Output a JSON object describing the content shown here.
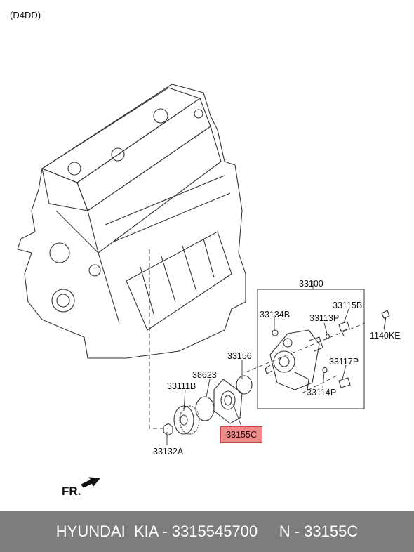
{
  "engine_code": "(D4DD)",
  "parts": {
    "p33100": "33100",
    "p33134B": "33134B",
    "p33113P": "33113P",
    "p33115B": "33115B",
    "p1140KE": "1140KE",
    "p33156": "33156",
    "p33117P": "33117P",
    "p38623": "38623",
    "p33111B": "33111B",
    "p33114P": "33114P",
    "p33155C": "33155C",
    "p33132A": "33132A"
  },
  "direction_label": "FR.",
  "footer": {
    "text": "HYUNDAI  KIA - 3315545700     N - 33155C"
  },
  "colors": {
    "highlight": "#f08a8a",
    "footer_bg": "#7d7d7d",
    "line": "#333333"
  }
}
